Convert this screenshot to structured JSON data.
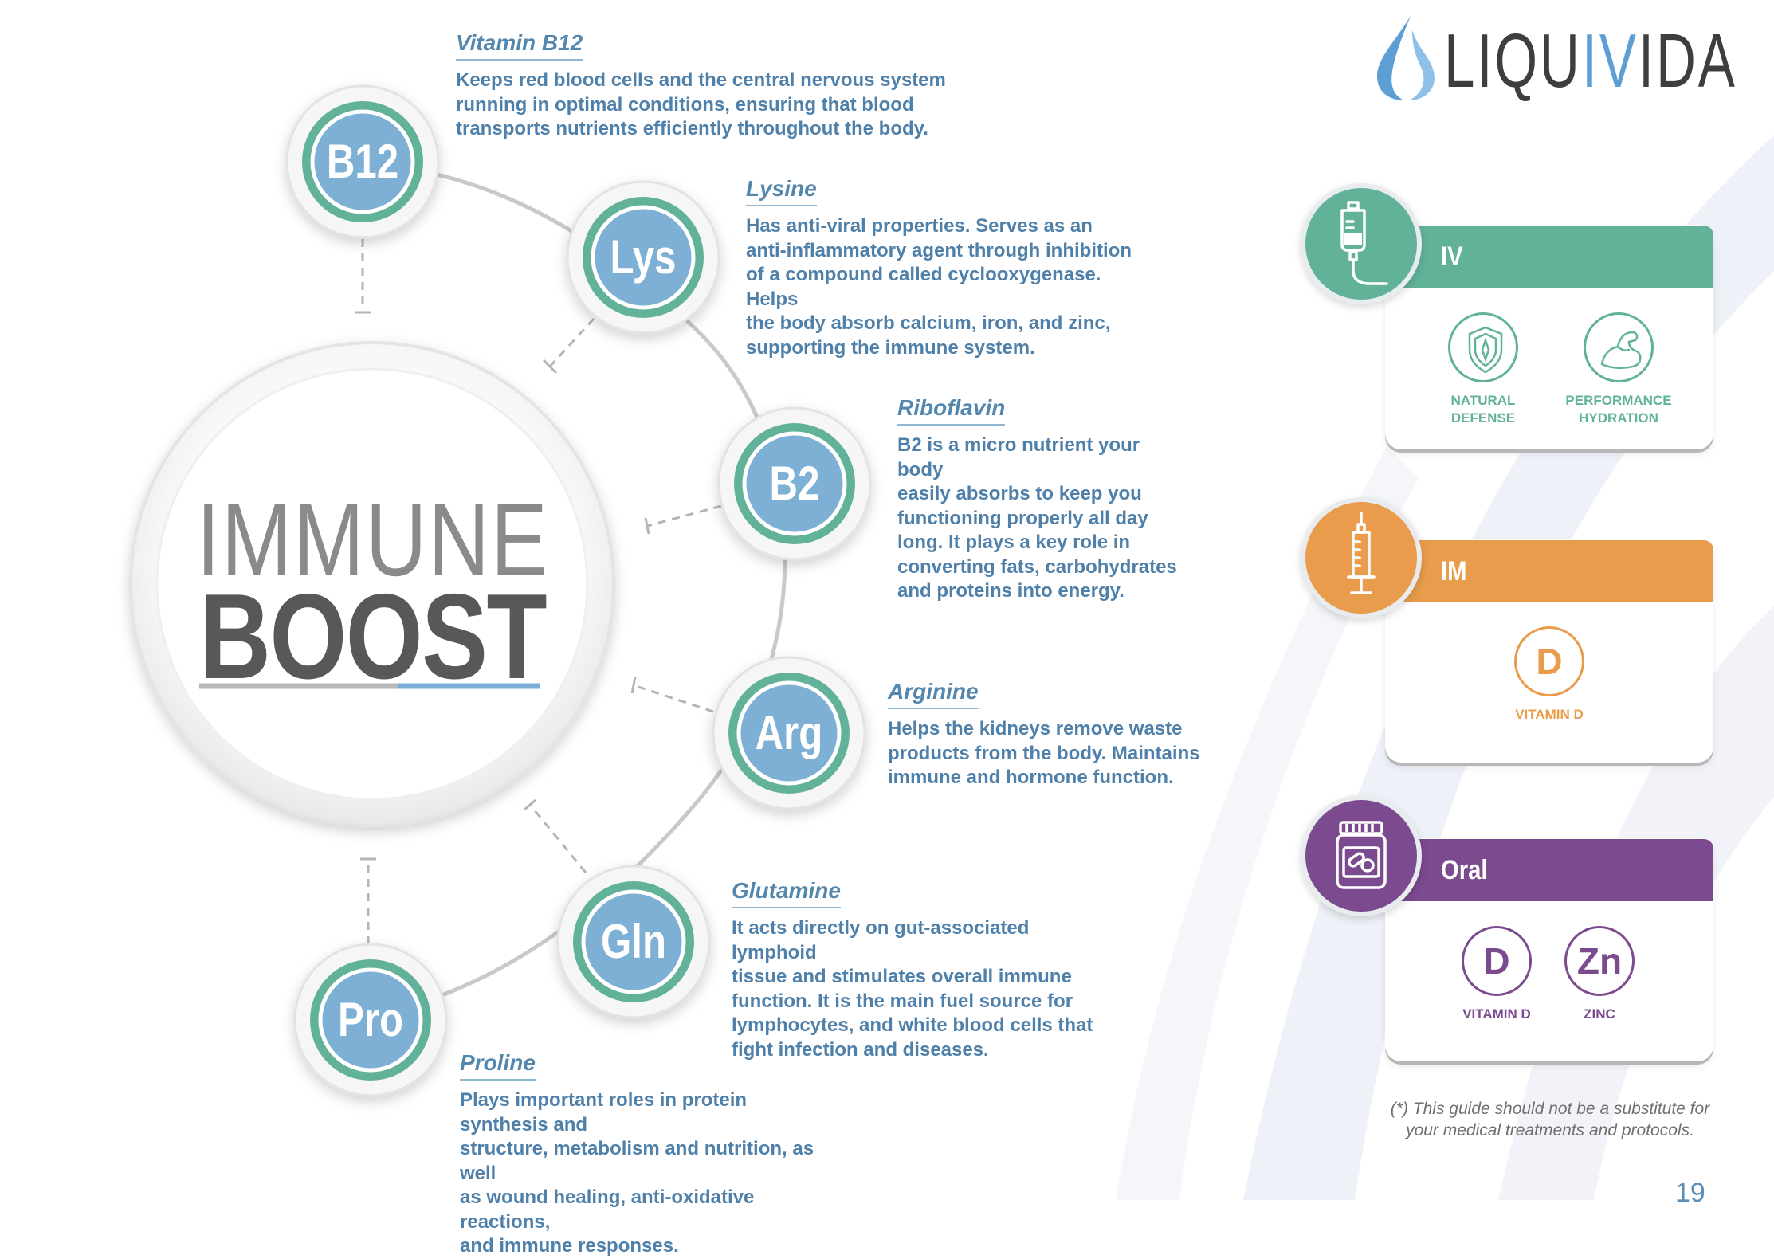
{
  "brand": {
    "prefix": "LIQU",
    "highlight": "IV",
    "suffix": "IDA",
    "registered": "®",
    "colors": {
      "drop": "#5d9ed5",
      "text": "#3e3e40"
    }
  },
  "hub": {
    "title_top": "IMMUNE",
    "title_bottom": "BOOST"
  },
  "nutrients": [
    {
      "abbr": "B12",
      "name": "Vitamin B12",
      "lines": [
        "Keeps red blood cells and the central nervous system",
        "running in optimal conditions, ensuring that blood",
        "transports nutrients efficiently throughout the body."
      ]
    },
    {
      "abbr": "Lys",
      "name": "Lysine",
      "lines": [
        "Has anti-viral properties. Serves as an",
        "anti-inflammatory agent through inhibition",
        "of a compound called cyclooxygenase. Helps",
        "the body absorb calcium, iron, and zinc,",
        "supporting the immune system."
      ]
    },
    {
      "abbr": "B2",
      "name": "Riboflavin",
      "lines": [
        "B2 is a micro nutrient your body",
        "easily absorbs to keep you",
        "functioning properly all day",
        "long. It plays a key role in",
        "converting fats, carbohydrates",
        "and proteins into energy."
      ]
    },
    {
      "abbr": "Arg",
      "name": "Arginine",
      "lines": [
        "Helps the kidneys remove waste",
        "products from the body. Maintains",
        "immune and hormone function."
      ]
    },
    {
      "abbr": "Gln",
      "name": "Glutamine",
      "lines": [
        "It acts directly on gut-associated lymphoid",
        "tissue and stimulates overall immune",
        "function. It is the main fuel source for",
        "lymphocytes, and white blood cells that",
        "fight infection and diseases."
      ]
    },
    {
      "abbr": "Pro",
      "name": "Proline",
      "lines": [
        "Plays important roles in protein synthesis and",
        "structure, metabolism and nutrition, as well",
        "as wound healing, anti-oxidative reactions,",
        "and immune responses."
      ]
    }
  ],
  "recommendations": [
    {
      "title": "IV Recommendations*",
      "color": "#62b29a",
      "icon": "iv-bag-icon",
      "items": [
        {
          "icon": "shield-icon",
          "label_lines": [
            "NATURAL DEFENSE"
          ]
        },
        {
          "icon": "flexed-arm-icon",
          "label_lines": [
            "PERFORMANCE",
            "HYDRATION"
          ]
        }
      ]
    },
    {
      "title": "IM Recommendations*",
      "color": "#e89c4c",
      "icon": "syringe-icon",
      "items": [
        {
          "symbol": "D",
          "label_lines": [
            "VITAMIN D"
          ]
        }
      ]
    },
    {
      "title": "Oral Recommendations*",
      "color": "#7b4a8f",
      "icon": "pill-bottle-icon",
      "items": [
        {
          "symbol": "D",
          "label_lines": [
            "VITAMIN D"
          ]
        },
        {
          "symbol": "Zn",
          "label_lines": [
            "ZINC"
          ]
        }
      ]
    }
  ],
  "footer": {
    "disclaimer_lines": [
      "(*) This guide should not be a substitute for",
      "your medical treatments and protocols."
    ],
    "page_number": "19"
  },
  "colors": {
    "node_teal": "#62b29a",
    "node_blue": "#7db0d4",
    "text_blue": "#4f80a9"
  }
}
